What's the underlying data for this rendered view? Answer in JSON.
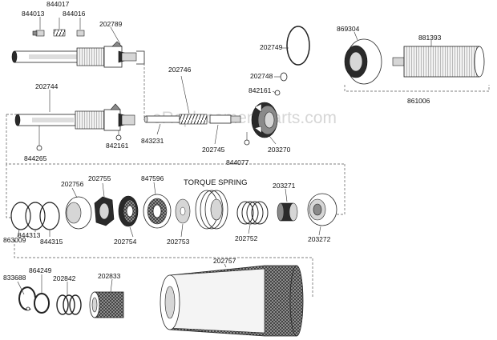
{
  "diagram": {
    "watermark": "eReplacementParts.com",
    "callouts": {
      "p844017": "844017",
      "p844013": "844013",
      "p844016": "844016",
      "p202789": "202789",
      "p202744": "202744",
      "p844265": "844265",
      "p842161a": "842161",
      "p202746": "202746",
      "p843231": "843231",
      "p202745": "202745",
      "p844077": "844077",
      "p202749": "202749",
      "p202748": "202748",
      "p842161b": "842161",
      "p203270": "203270",
      "p869304": "869304",
      "p881393": "881393",
      "p861006": "861006",
      "p202756": "202756",
      "p202755": "202755",
      "p847596": "847596",
      "torque_spring": "TORQUE SPRING",
      "p203271": "203271",
      "p863009": "863009",
      "p844313": "844313",
      "p844315": "844315",
      "p202754": "202754",
      "p202753": "202753",
      "p202752": "202752",
      "p203272": "203272",
      "p202757": "202757",
      "p833688": "833688",
      "p864249": "864249",
      "p202842": "202842",
      "p202833": "202833"
    }
  }
}
